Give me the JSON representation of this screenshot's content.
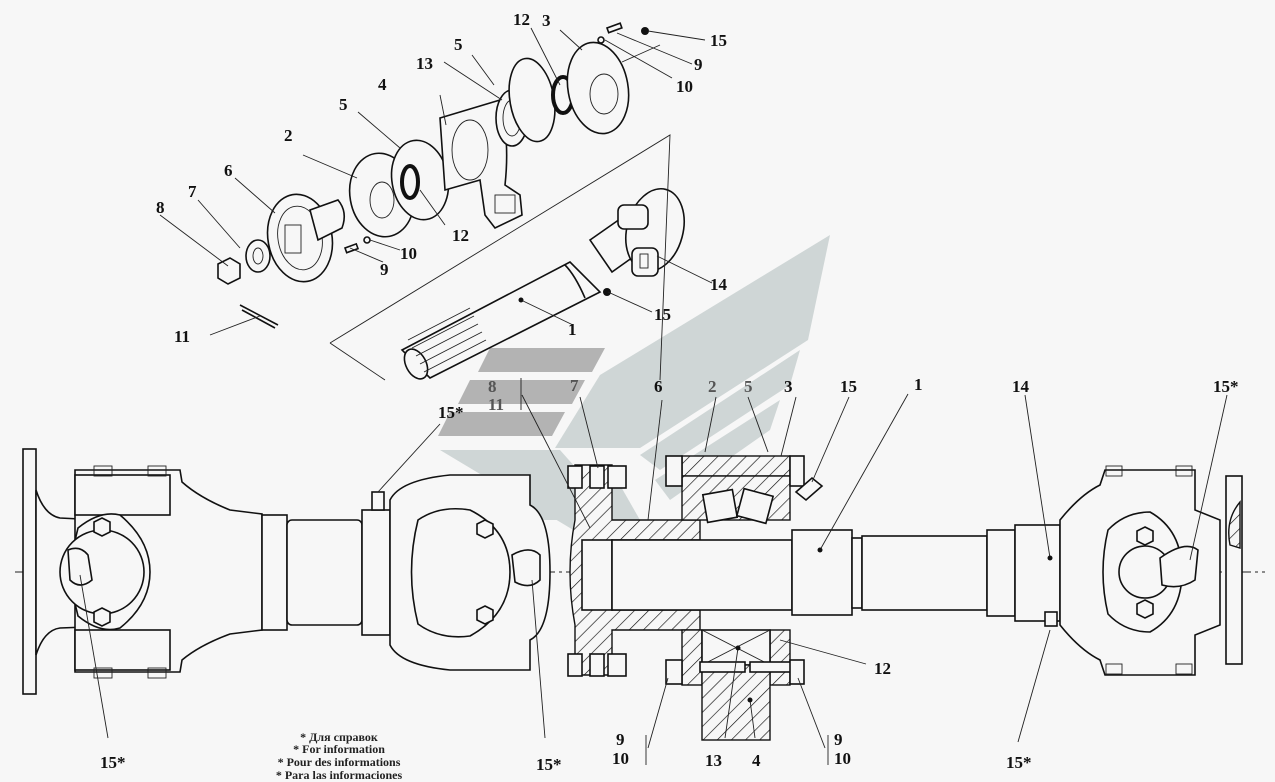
{
  "diagram": {
    "title": "Cardan shaft with intermediate support",
    "exploded_labels": [
      {
        "id": "ex-1",
        "text": "1"
      },
      {
        "id": "ex-2",
        "text": "2"
      },
      {
        "id": "ex-3",
        "text": "3"
      },
      {
        "id": "ex-4",
        "text": "4"
      },
      {
        "id": "ex-5a",
        "text": "5"
      },
      {
        "id": "ex-5b",
        "text": "5"
      },
      {
        "id": "ex-6",
        "text": "6"
      },
      {
        "id": "ex-7",
        "text": "7"
      },
      {
        "id": "ex-8",
        "text": "8"
      },
      {
        "id": "ex-9a",
        "text": "9"
      },
      {
        "id": "ex-9b",
        "text": "9"
      },
      {
        "id": "ex-10a",
        "text": "10"
      },
      {
        "id": "ex-10b",
        "text": "10"
      },
      {
        "id": "ex-11",
        "text": "11"
      },
      {
        "id": "ex-12a",
        "text": "12"
      },
      {
        "id": "ex-12b",
        "text": "12"
      },
      {
        "id": "ex-13",
        "text": "13"
      },
      {
        "id": "ex-14",
        "text": "14"
      },
      {
        "id": "ex-15a",
        "text": "15"
      },
      {
        "id": "ex-15b",
        "text": "15"
      }
    ],
    "section_labels": [
      {
        "id": "sec-8",
        "text": "8"
      },
      {
        "id": "sec-11",
        "text": "11"
      },
      {
        "id": "sec-7",
        "text": "7"
      },
      {
        "id": "sec-6",
        "text": "6"
      },
      {
        "id": "sec-2",
        "text": "2"
      },
      {
        "id": "sec-5",
        "text": "5"
      },
      {
        "id": "sec-3",
        "text": "3"
      },
      {
        "id": "sec-15",
        "text": "15"
      },
      {
        "id": "sec-1",
        "text": "1"
      },
      {
        "id": "sec-14",
        "text": "14"
      },
      {
        "id": "sec-15s-top-left",
        "text": "15*"
      },
      {
        "id": "sec-15s-top-right",
        "text": "15*"
      },
      {
        "id": "sec-15s-bottom-left",
        "text": "15*"
      },
      {
        "id": "sec-15s-bottom-mid",
        "text": "15*"
      },
      {
        "id": "sec-15s-bottom-right",
        "text": "15*"
      },
      {
        "id": "sec-12",
        "text": "12"
      },
      {
        "id": "sec-9-left",
        "text": "9"
      },
      {
        "id": "sec-10-left",
        "text": "10"
      },
      {
        "id": "sec-13",
        "text": "13"
      },
      {
        "id": "sec-4",
        "text": "4"
      },
      {
        "id": "sec-9-right",
        "text": "9"
      },
      {
        "id": "sec-10-right",
        "text": "10"
      }
    ],
    "footnote": [
      "* Для справок",
      "* For information",
      "* Pour des informations",
      "* Para las informaciones"
    ],
    "colors": {
      "background": "#f7f7f7",
      "line": "#111111",
      "watermark_dark": "#b3b3b3",
      "watermark_light": "#cfd6d6"
    }
  }
}
